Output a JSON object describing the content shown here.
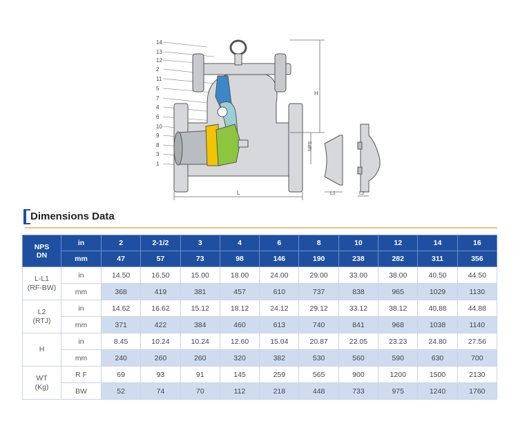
{
  "drawing": {
    "part_numbers": [
      "14",
      "13",
      "12",
      "2",
      "11",
      "5",
      "7",
      "4",
      "6",
      "10",
      "9",
      "8",
      "3",
      "1"
    ],
    "labels": {
      "h": "H",
      "nps": "NPS",
      "l": "L",
      "l1": "L1",
      "l2": "L2"
    },
    "colors": {
      "body": "#d6d8dc",
      "disc": "#8cc63f",
      "hinge": "#3d87c8",
      "arm": "#9bcfd8",
      "seat": "#f2c400",
      "outline": "#555555"
    }
  },
  "section_title": "Dimensions Data",
  "table": {
    "head": {
      "label": [
        "NPS",
        "DN"
      ],
      "in_label": "in",
      "mm_label": "mm",
      "nps": [
        "2",
        "2-1/2",
        "3",
        "4",
        "6",
        "8",
        "10",
        "12",
        "14",
        "16"
      ],
      "dn": [
        "47",
        "57",
        "73",
        "98",
        "146",
        "190",
        "238",
        "282",
        "311",
        "356"
      ]
    },
    "groups": [
      {
        "label": [
          "L-L1",
          "(RF-BW)"
        ],
        "rows": [
          {
            "unit": "in",
            "values": [
              "14.50",
              "16.50",
              "15.00",
              "18.00",
              "24.00",
              "29.00",
              "33.00",
              "38.00",
              "40.50",
              "44.50"
            ]
          },
          {
            "unit": "mm",
            "values": [
              "368",
              "419",
              "381",
              "457",
              "610",
              "737",
              "838",
              "965",
              "1029",
              "1130"
            ]
          }
        ]
      },
      {
        "label": [
          "L2",
          "(RTJ)"
        ],
        "rows": [
          {
            "unit": "in",
            "values": [
              "14.62",
              "16.62",
              "15.12",
              "18.12",
              "24.12",
              "29.12",
              "33.12",
              "38.12",
              "40.88",
              "44.88"
            ]
          },
          {
            "unit": "mm",
            "values": [
              "371",
              "422",
              "384",
              "460",
              "613",
              "740",
              "841",
              "968",
              "1038",
              "1140"
            ]
          }
        ]
      },
      {
        "label": [
          "H",
          ""
        ],
        "rows": [
          {
            "unit": "in",
            "values": [
              "8.45",
              "10.24",
              "10.24",
              "12.60",
              "15.04",
              "20.87",
              "22.05",
              "23.23",
              "24.80",
              "27.56"
            ]
          },
          {
            "unit": "mm",
            "values": [
              "240",
              "260",
              "260",
              "320",
              "382",
              "530",
              "560",
              "590",
              "630",
              "700"
            ]
          }
        ]
      },
      {
        "label": [
          "WT",
          "(Kg)"
        ],
        "rows": [
          {
            "unit": "R F",
            "values": [
              "69",
              "93",
              "91",
              "145",
              "259",
              "565",
              "900",
              "1200",
              "1500",
              "2130"
            ]
          },
          {
            "unit": "BW",
            "values": [
              "52",
              "74",
              "70",
              "112",
              "218",
              "448",
              "733",
              "975",
              "1240",
              "1760"
            ]
          }
        ]
      }
    ]
  }
}
